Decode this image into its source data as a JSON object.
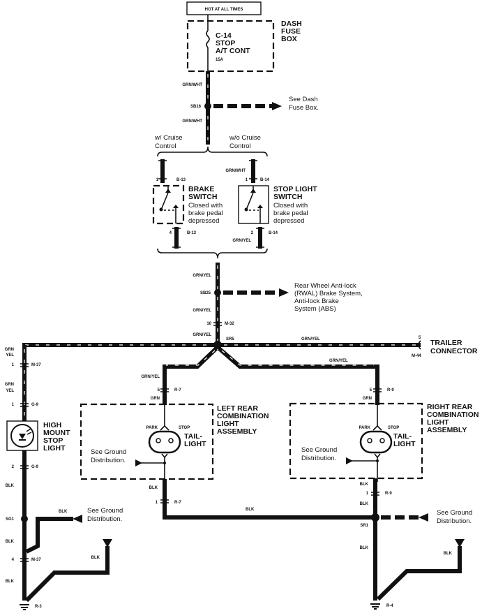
{
  "diagram": {
    "power_source": "HOT AT ALL TIMES",
    "fuse_box": {
      "title": [
        "DASH",
        "FUSE",
        "BOX"
      ],
      "fuse_id": "C-14",
      "fuse_name": [
        "STOP",
        "A/T CONT"
      ],
      "rating": "15A"
    },
    "splice_sb16": {
      "id": "SB16",
      "ref": [
        "See Dash",
        "Fuse Box."
      ]
    },
    "wire_grn_wht": "GRN/WHT",
    "wire_grn_yel": "GRN/YEL",
    "wire_grn_yel_split": [
      "GRN",
      "YEL"
    ],
    "wire_grn": "GRN",
    "wire_blk": "BLK",
    "cruise": {
      "with": [
        "w/ Cruise",
        "Control"
      ],
      "without": [
        "w/o Cruise",
        "Control"
      ]
    },
    "brake_switch": {
      "title": [
        "BRAKE",
        "SWITCH"
      ],
      "desc": [
        "Closed with",
        "brake pedal",
        "depressed"
      ],
      "pin_top": "1",
      "pin_bottom": "4",
      "connector": "B-13"
    },
    "stop_light_switch": {
      "title": [
        "STOP LIGHT",
        "SWITCH"
      ],
      "desc": [
        "Closed with",
        "brake pedal",
        "depressed"
      ],
      "pin_top": "1",
      "pin_bottom": "2",
      "connector": "B-14"
    },
    "splice_sb25": {
      "id": "SB25",
      "ref": [
        "Rear Wheel Anti-lock",
        "(RWAL) Brake System,",
        "Anti-lock Brake",
        "System (ABS)"
      ]
    },
    "conn_m32": {
      "pin": "10",
      "id": "M-32"
    },
    "splice_sr5": {
      "id": "SR5"
    },
    "trailer": {
      "title": [
        "TRAILER",
        "CONNECTOR"
      ],
      "pin": "5",
      "id": "M-44"
    },
    "conn_m37_top": {
      "pin": "1",
      "id": "M-37"
    },
    "conn_g9_top": {
      "pin": "1",
      "id": "G-9"
    },
    "conn_g9_bottom": {
      "pin": "2",
      "id": "G-9"
    },
    "high_mount": {
      "title": [
        "HIGH",
        "MOUNT",
        "STOP",
        "LIGHT"
      ]
    },
    "left_rear": {
      "title": [
        "LEFT REAR",
        "COMBINATION",
        "LIGHT",
        "ASSEMBLY"
      ],
      "conn_top": {
        "pin": "5",
        "id": "R-7"
      },
      "conn_bottom": {
        "pin": "1",
        "id": "R-7"
      }
    },
    "right_rear": {
      "title": [
        "RIGHT REAR",
        "COMBINATION",
        "LIGHT",
        "ASSEMBLY"
      ],
      "conn_top": {
        "pin": "5",
        "id": "R-9"
      },
      "conn_bottom": {
        "pin": "1",
        "id": "R-9"
      }
    },
    "park_label": "PARK",
    "stop_label": "STOP",
    "tail_light": [
      "TAIL-",
      "LIGHT"
    ],
    "see_ground": [
      "See Ground",
      "Distribution."
    ],
    "splice_sg1": {
      "id": "SG1"
    },
    "splice_sr1": {
      "id": "SR1"
    },
    "conn_m37_bottom": {
      "pin": "4",
      "id": "M-37"
    },
    "ground_left": "R-3",
    "ground_right": "R-4"
  }
}
